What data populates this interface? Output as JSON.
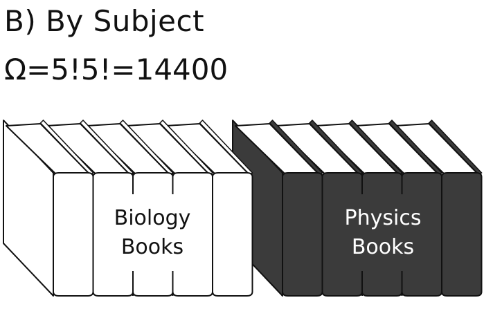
{
  "title": "B) By Subject",
  "formula": "Ω=5!5!=14400",
  "groups": [
    {
      "name": "biology",
      "label_line1": "Biology",
      "label_line2": "Books",
      "book_count": 5,
      "cover_color": "#ffffff",
      "text_color": "#111111"
    },
    {
      "name": "physics",
      "label_line1": "Physics",
      "label_line2": "Books",
      "book_count": 5,
      "cover_color": "#3b3b3b",
      "text_color": "#ffffff"
    }
  ]
}
